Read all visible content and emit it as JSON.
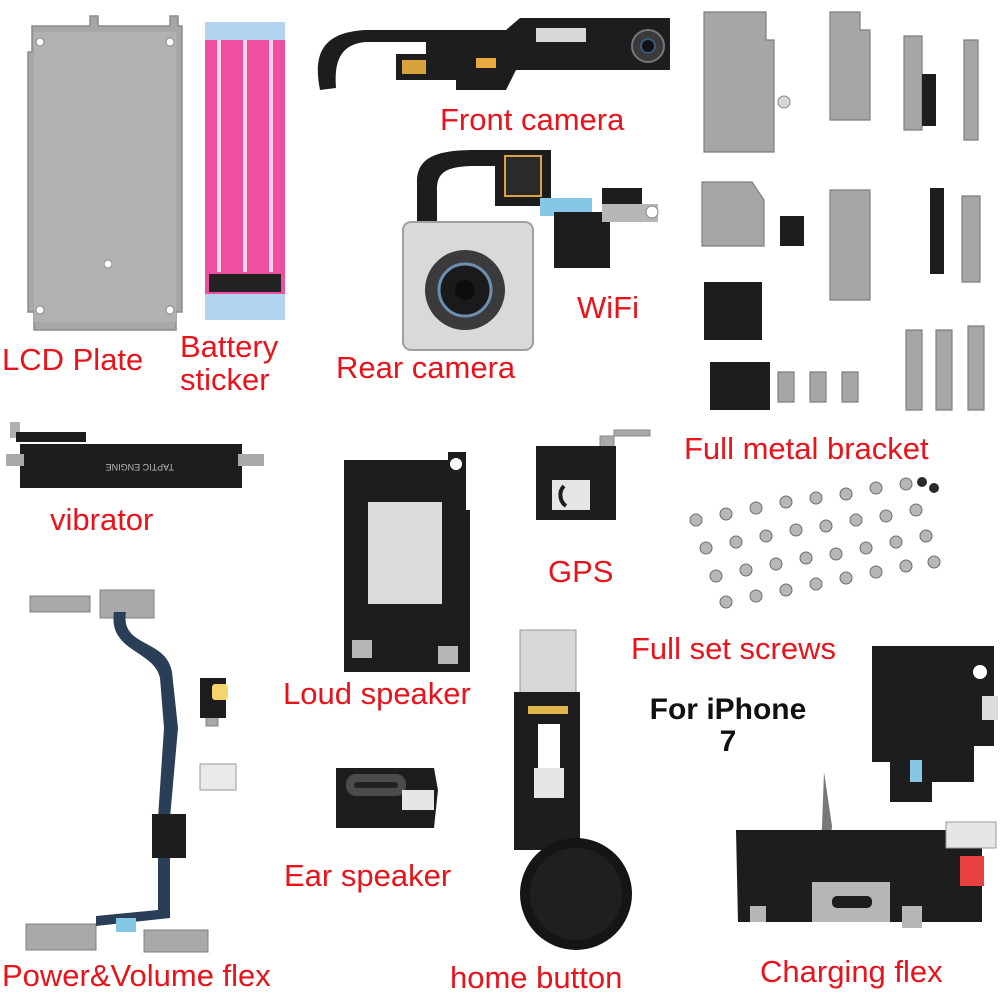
{
  "labels": {
    "lcd_plate": "LCD Plate",
    "battery_sticker_line1": "Battery",
    "battery_sticker_line2": "sticker",
    "front_camera": "Front camera",
    "rear_camera": "Rear camera",
    "wifi": "WiFi",
    "metal_bracket": "Full metal bracket",
    "vibrator": "vibrator",
    "gps": "GPS",
    "screws": "Full set screws",
    "loud_speaker": "Loud speaker",
    "ear_speaker": "Ear speaker",
    "power_volume_flex": "Power&Volume flex",
    "home_button": "home button",
    "charging_flex": "Charging flex"
  },
  "model": {
    "line1": "For iPhone",
    "line2": "7"
  },
  "colors": {
    "label": "#e8131b",
    "model_text": "#111111",
    "metal": "#a9a9ab",
    "flex": "#1d1d1f",
    "sticker": "#ee4fa0"
  }
}
